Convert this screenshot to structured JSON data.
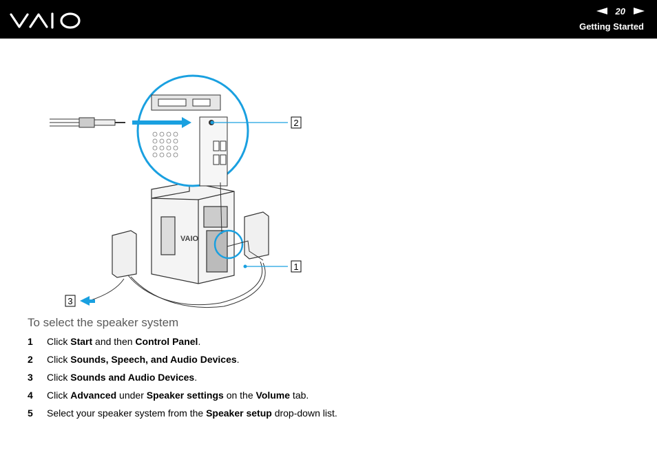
{
  "header": {
    "logo_text": "VAIO",
    "page_number": "20",
    "section": "Getting Started",
    "icons": {
      "prev": "left-arrow-icon",
      "next": "right-arrow-icon"
    }
  },
  "figure": {
    "callouts": [
      "1",
      "2",
      "3"
    ],
    "accent_color": "#1aa0e0"
  },
  "heading": "To select the speaker system",
  "steps": [
    {
      "num": "1",
      "parts": [
        {
          "t": "Click "
        },
        {
          "t": "Start",
          "b": true
        },
        {
          "t": " and then "
        },
        {
          "t": "Control Panel",
          "b": true
        },
        {
          "t": "."
        }
      ]
    },
    {
      "num": "2",
      "parts": [
        {
          "t": "Click "
        },
        {
          "t": "Sounds, Speech, and Audio Devices",
          "b": true
        },
        {
          "t": "."
        }
      ]
    },
    {
      "num": "3",
      "parts": [
        {
          "t": "Click "
        },
        {
          "t": "Sounds and Audio Devices",
          "b": true
        },
        {
          "t": "."
        }
      ]
    },
    {
      "num": "4",
      "parts": [
        {
          "t": "Click "
        },
        {
          "t": "Advanced",
          "b": true
        },
        {
          "t": " under "
        },
        {
          "t": "Speaker settings",
          "b": true
        },
        {
          "t": " on the "
        },
        {
          "t": "Volume",
          "b": true
        },
        {
          "t": " tab."
        }
      ]
    },
    {
      "num": "5",
      "parts": [
        {
          "t": "Select your speaker system from the "
        },
        {
          "t": "Speaker setup",
          "b": true
        },
        {
          "t": " drop-down list."
        }
      ]
    }
  ]
}
